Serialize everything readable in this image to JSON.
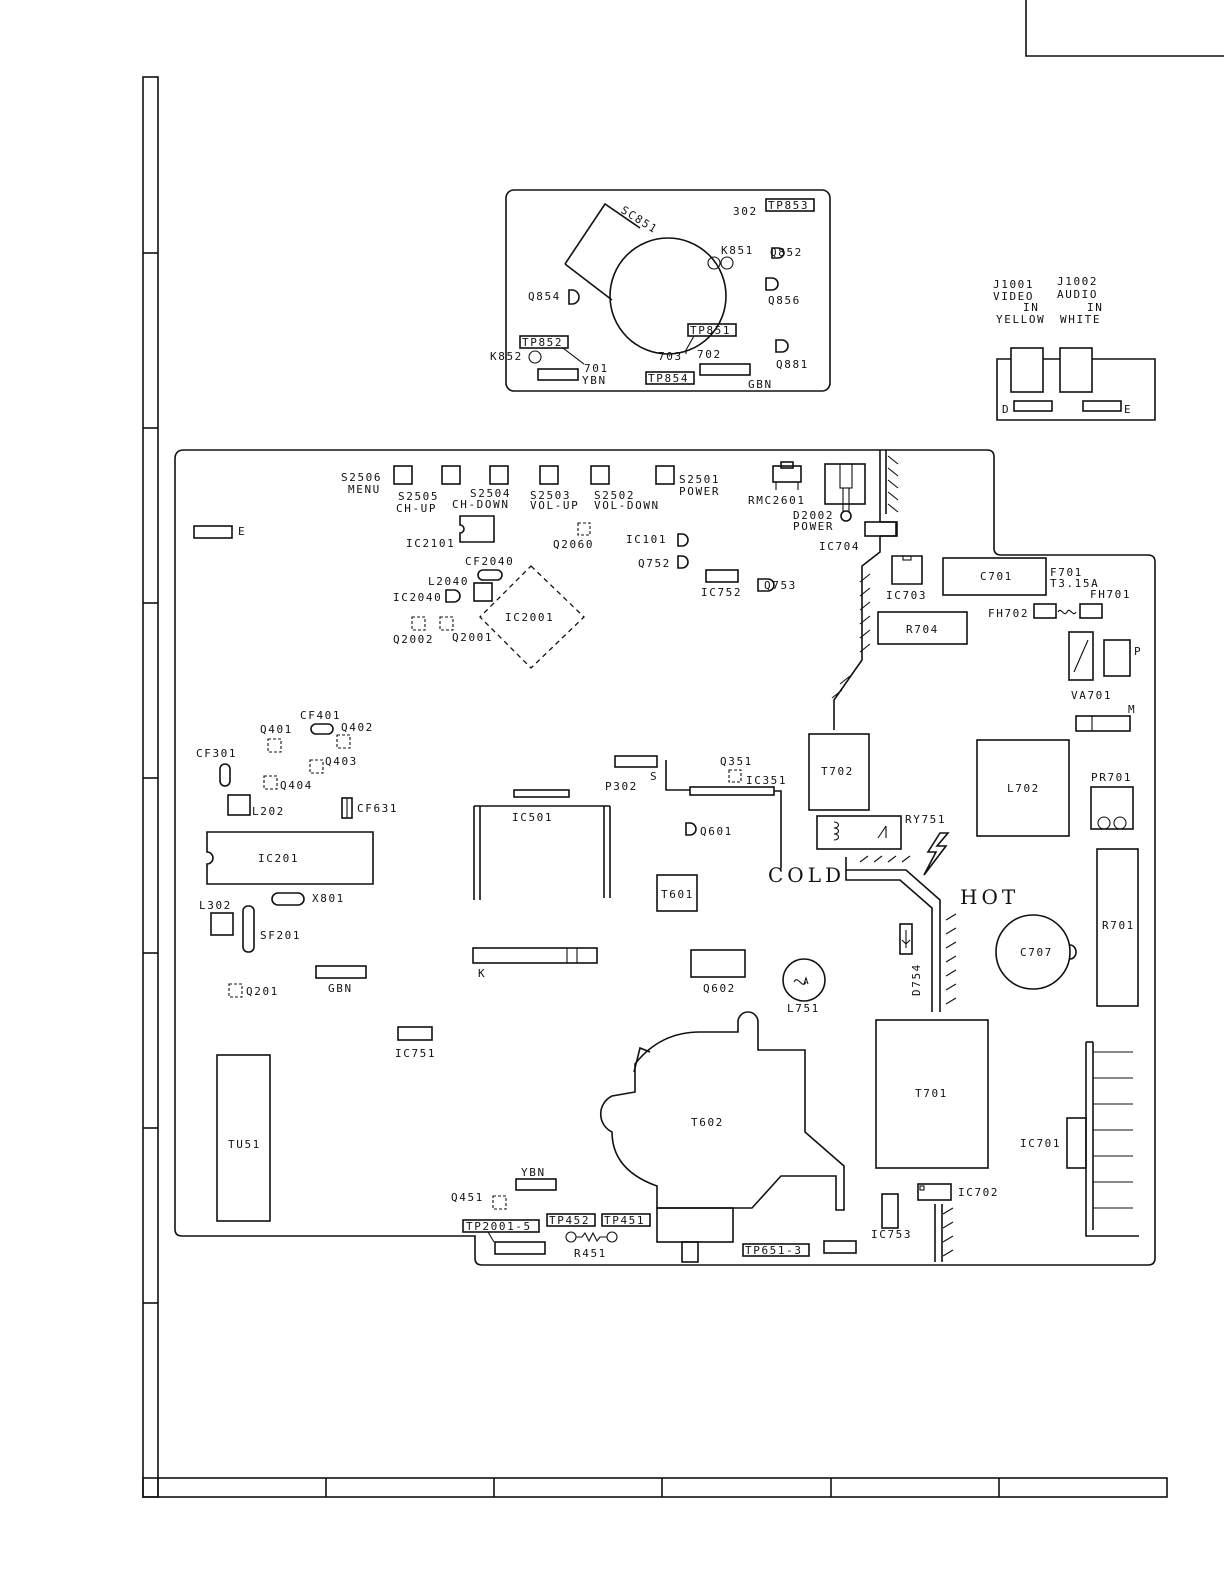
{
  "controls_board": {
    "sc851": "SC851",
    "tp853": "TP853",
    "j302": "302",
    "k851": "K851",
    "q852": "Q852",
    "q854": "Q854",
    "q856": "Q856",
    "tp851": "TP851",
    "tp852": "TP852",
    "k852": "K852",
    "j701": "701",
    "ybn": "YBN",
    "j703": "703",
    "j702": "702",
    "q881": "Q881",
    "tp854": "TP854",
    "gbn": "GBN"
  },
  "av_board": {
    "j1001": "J1001",
    "video": "VIDEO",
    "in1": "IN",
    "yellow": "YELLOW",
    "j1002": "J1002",
    "audio": "AUDIO",
    "in2": "IN",
    "white": "WHITE",
    "d": "D",
    "e": "E"
  },
  "main_board": {
    "s2506": "S2506",
    "menu": "MENU",
    "s2505": "S2505",
    "ch_up": "CH-UP",
    "s2504": "S2504",
    "ch_down": "CH-DOWN",
    "s2503": "S2503",
    "vol_up": "VOL-UP",
    "s2502": "S2502",
    "vol_down": "VOL-DOWN",
    "s2501": "S2501",
    "power1": "POWER",
    "rmc2601": "RMC2601",
    "d2002": "D2002",
    "power2": "POWER",
    "e_conn": "E",
    "ic2101": "IC2101",
    "q2060": "Q2060",
    "ic101": "IC101",
    "ic704": "IC704",
    "cf2040": "CF2040",
    "q752": "Q752",
    "l2040": "L2040",
    "ic2040": "IC2040",
    "ic2001": "IC2001",
    "ic752": "IC752",
    "q753": "Q753",
    "ic703": "IC703",
    "c701": "C701",
    "f701": "F701",
    "t315a": "T3.15A",
    "fh701": "FH701",
    "fh702": "FH702",
    "q2002": "Q2002",
    "q2001": "Q2001",
    "r704": "R704",
    "p": "P",
    "va701": "VA701",
    "m": "M",
    "cf401": "CF401",
    "q401": "Q401",
    "q402": "Q402",
    "cf301": "CF301",
    "q403": "Q403",
    "q404": "Q404",
    "l202": "L202",
    "cf631": "CF631",
    "q351": "Q351",
    "ic351": "IC351",
    "p302": "P302",
    "s": "S",
    "t702": "T702",
    "l702": "L702",
    "pr701": "PR701",
    "ic501": "IC501",
    "q601": "Q601",
    "ry751": "RY751",
    "ic201": "IC201",
    "cold": "COLD",
    "hot": "HOT",
    "l302": "L302",
    "x801": "X801",
    "t601": "T601",
    "sf201": "SF201",
    "c707": "C707",
    "r701": "R701",
    "k": "K",
    "q602": "Q602",
    "d754": "D754",
    "l751": "L751",
    "q201": "Q201",
    "gbn": "GBN",
    "ic751": "IC751",
    "t701": "T701",
    "tu51": "TU51",
    "t602": "T602",
    "ic701": "IC701",
    "ybn": "YBN",
    "q451": "Q451",
    "ic702": "IC702",
    "tp2001_5": "TP2001-5",
    "tp452": "TP452",
    "tp451": "TP451",
    "ic753": "IC753",
    "r451": "R451",
    "tp651_3": "TP651-3"
  }
}
